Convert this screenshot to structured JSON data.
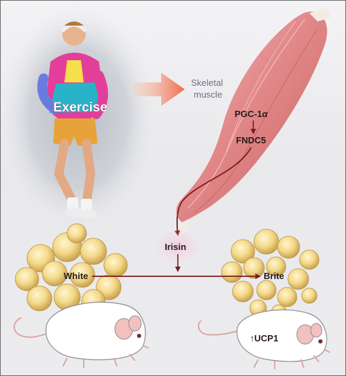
{
  "labels": {
    "exercise": "Exercise",
    "skeletal_muscle_line1": "Skeletal",
    "skeletal_muscle_line2": "muscle",
    "pgc1a_prefix": "PGC-1",
    "pgc1a_symbol": "α",
    "fndc5": "FNDC5",
    "irisin": "Irisin",
    "white": "White",
    "brite": "Brite",
    "ucp1": "UCP1",
    "ucp1_arrow": "↑"
  },
  "colors": {
    "pathway_arrow": "#7a1c1c",
    "exercise_arrow": "#ef6a4f",
    "muscle_label": "#6e6e86",
    "muscle_fill": "#e2898a",
    "fat_fill": "#f3d98a",
    "mouse_fill": "#ffffff",
    "irisin_glow": "#f4cde0"
  },
  "icons": {
    "runner": "runner-illustration",
    "muscle": "skeletal-muscle-illustration",
    "white_fat": "white-fat-cells",
    "brite_fat": "brite-fat-cells",
    "mouse_left": "mouse-illustration",
    "mouse_right": "mouse-illustration"
  }
}
